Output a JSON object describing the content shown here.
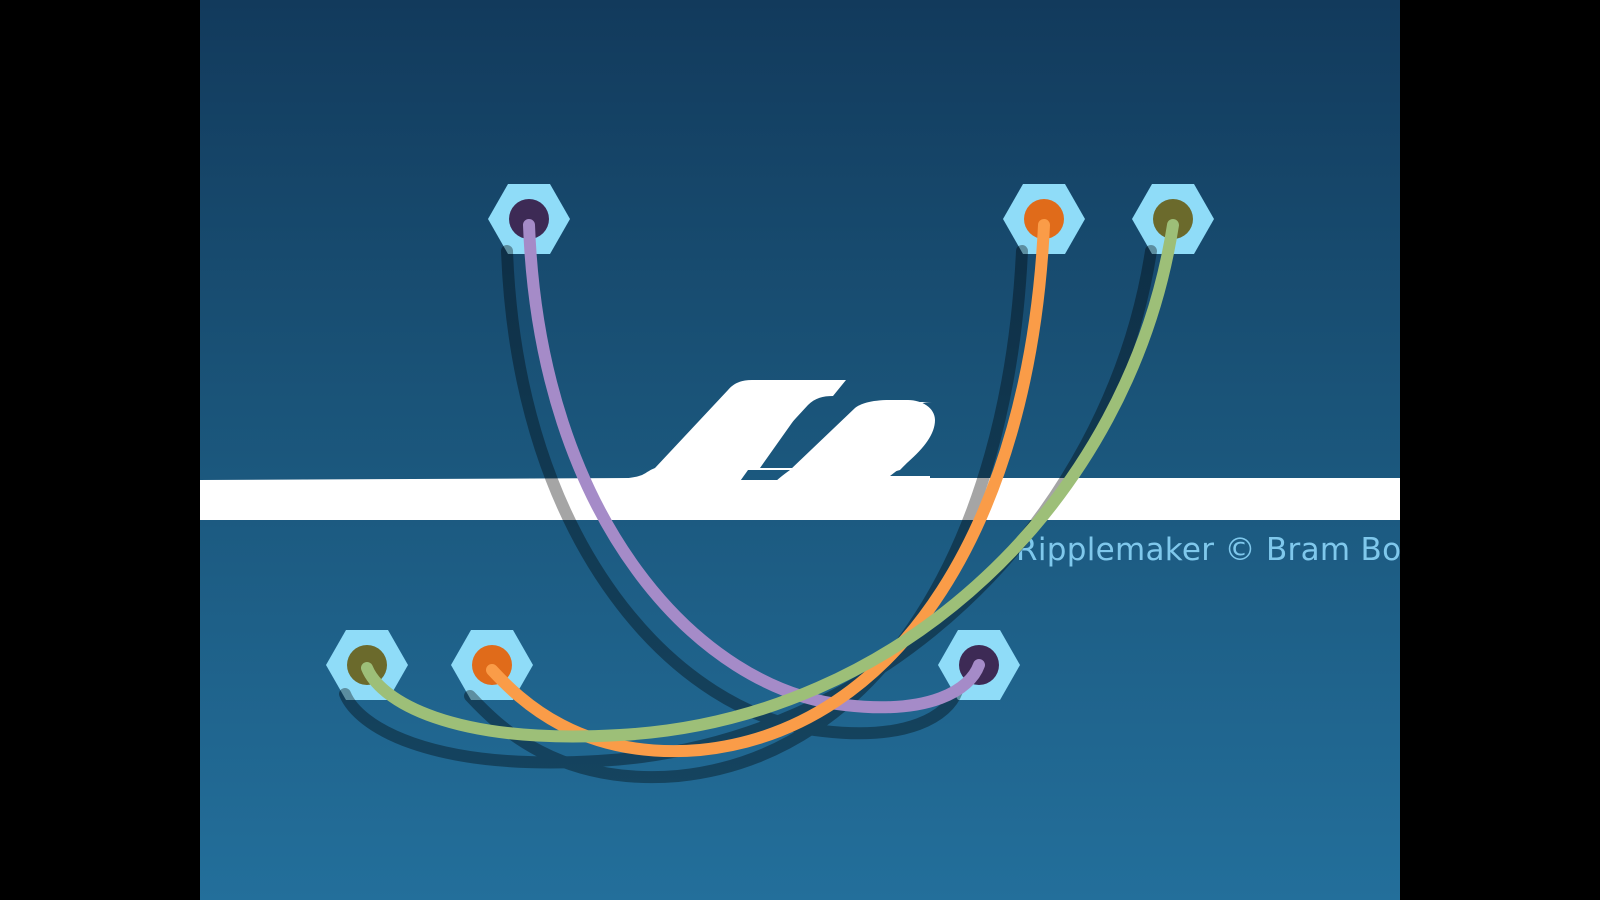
{
  "app": {
    "name": "Ripplemaker",
    "credit": "Ripplemaker © Bram Bos"
  },
  "colors": {
    "background_top": "#123a5c",
    "background_bottom": "#236f9b",
    "logo": "#ffffff",
    "jack_hex": "#8fdcf8",
    "credit_text": "#7fc8ec"
  },
  "cables": [
    {
      "name": "purple",
      "color": "#a58bc8",
      "jack_color": "#3d2a55"
    },
    {
      "name": "orange",
      "color": "#fa9c48",
      "jack_color": "#e06b1a"
    },
    {
      "name": "green",
      "color": "#9dbf78",
      "jack_color": "#6b6a2c"
    }
  ]
}
